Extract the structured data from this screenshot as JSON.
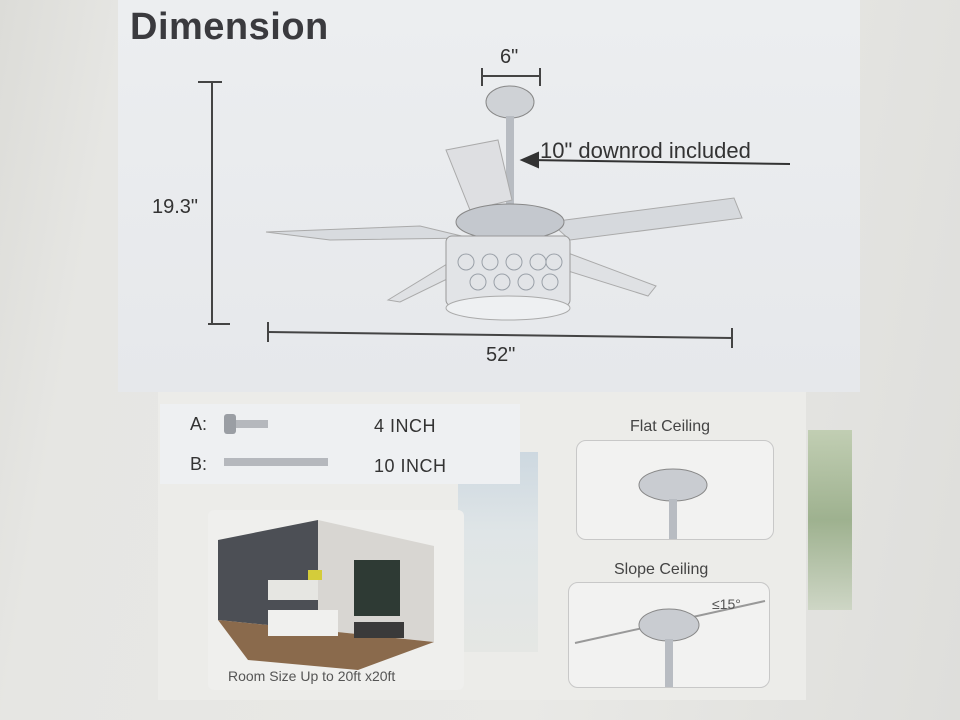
{
  "header": {
    "title": "Dimension"
  },
  "dimensions": {
    "canopy_width": "6\"",
    "height": "19.3\"",
    "span": "52\"",
    "downrod_note": "10\" downrod included"
  },
  "downrods": [
    {
      "letter": "A:",
      "size": "4 INCH"
    },
    {
      "letter": "B:",
      "size": "10 INCH"
    }
  ],
  "ceilings": {
    "flat": "Flat Ceiling",
    "slope": "Slope Ceiling",
    "slope_angle": "≤15°"
  },
  "room": {
    "caption": "Room Size Up to 20ft x20ft"
  }
}
